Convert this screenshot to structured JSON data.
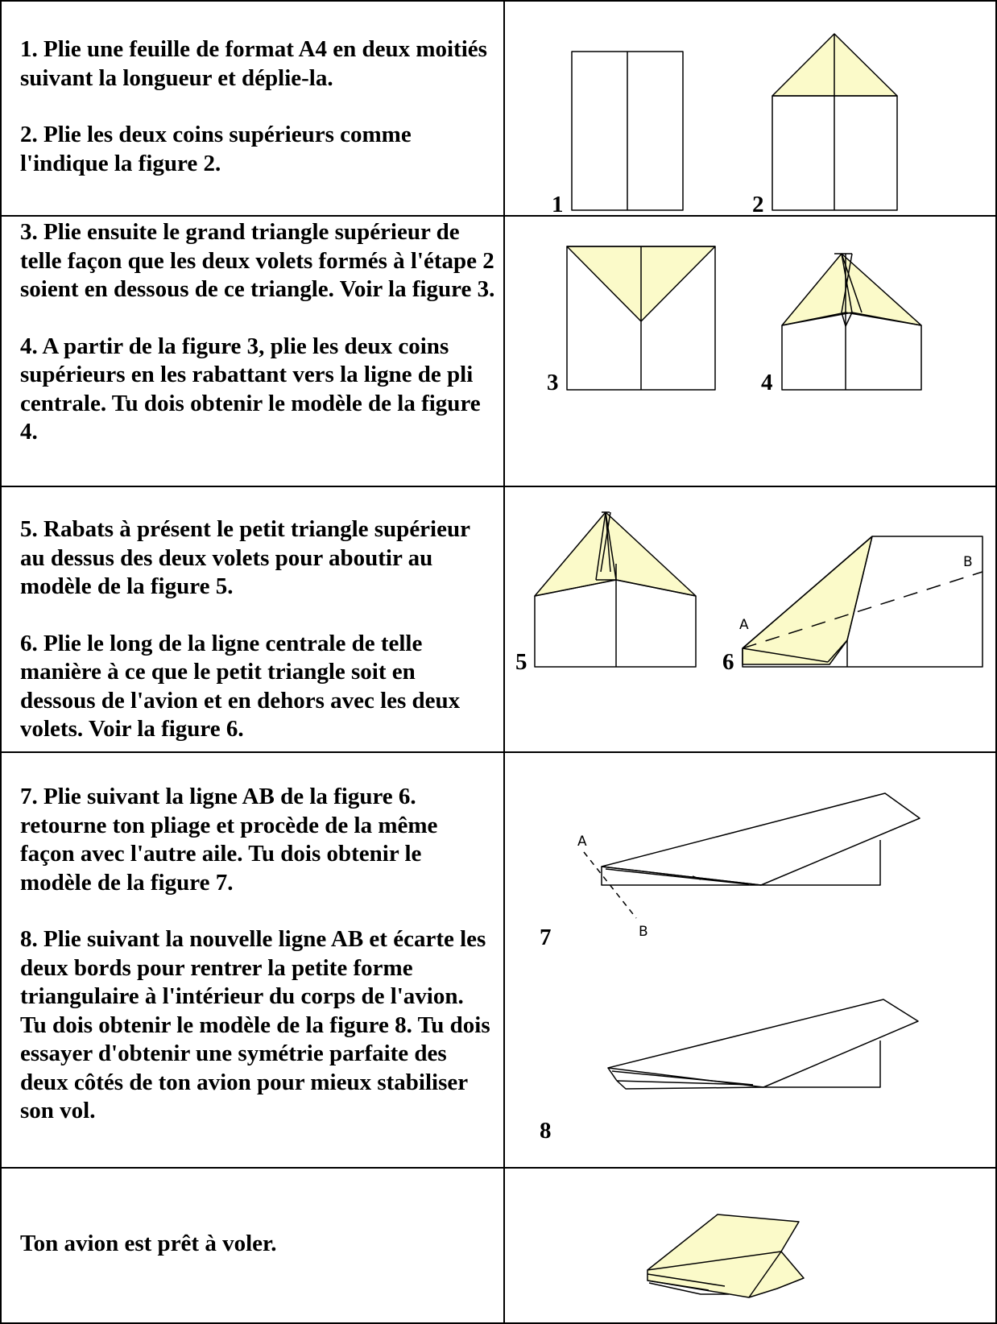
{
  "colors": {
    "fold_fill": "#fbfac9",
    "line": "#000000",
    "background": "#ffffff"
  },
  "steps": [
    {
      "paragraphs": [
        "1. Plie une feuille de format A4 en deux moitiés suivant la longueur et déplie-la.",
        "2. Plie les deux coins supérieurs comme l'indique la figure 2."
      ],
      "figure_labels": [
        "1",
        "2"
      ]
    },
    {
      "paragraphs": [
        "3. Plie ensuite le grand triangle supérieur de telle façon que les deux volets formés à l'étape 2 soient en dessous de ce triangle. Voir la figure 3.",
        "4. A partir de la figure 3, plie les deux coins supérieurs en les rabattant vers la ligne de pli centrale. Tu dois obtenir le modèle de la figure 4."
      ],
      "figure_labels": [
        "3",
        "4"
      ]
    },
    {
      "paragraphs": [
        "5. Rabats à présent le petit triangle supérieur au dessus des deux volets pour aboutir au modèle de la figure 5.",
        "6. Plie le long de la ligne centrale de telle manière à ce que le petit triangle  soit en dessous de l'avion et en dehors avec les deux volets. Voir la figure 6."
      ],
      "figure_labels": [
        "5",
        "6"
      ],
      "point_labels": [
        "A",
        "B"
      ]
    },
    {
      "paragraphs": [
        "7. Plie suivant la ligne AB de la figure 6. retourne ton pliage et procède de la même façon avec l'autre aile. Tu dois obtenir le modèle de la figure 7.",
        "8. Plie suivant la nouvelle ligne AB et écarte les deux bords pour rentrer la petite forme triangulaire à l'intérieur du corps de l'avion. Tu dois obtenir le modèle de la figure 8.  Tu dois essayer d'obtenir une symétrie parfaite des deux côtés de ton avion pour mieux stabiliser son vol."
      ],
      "figure_labels": [
        "7",
        "8"
      ],
      "point_labels": [
        "A",
        "B"
      ]
    },
    {
      "paragraphs": [
        "Ton avion est prêt à voler."
      ]
    }
  ]
}
